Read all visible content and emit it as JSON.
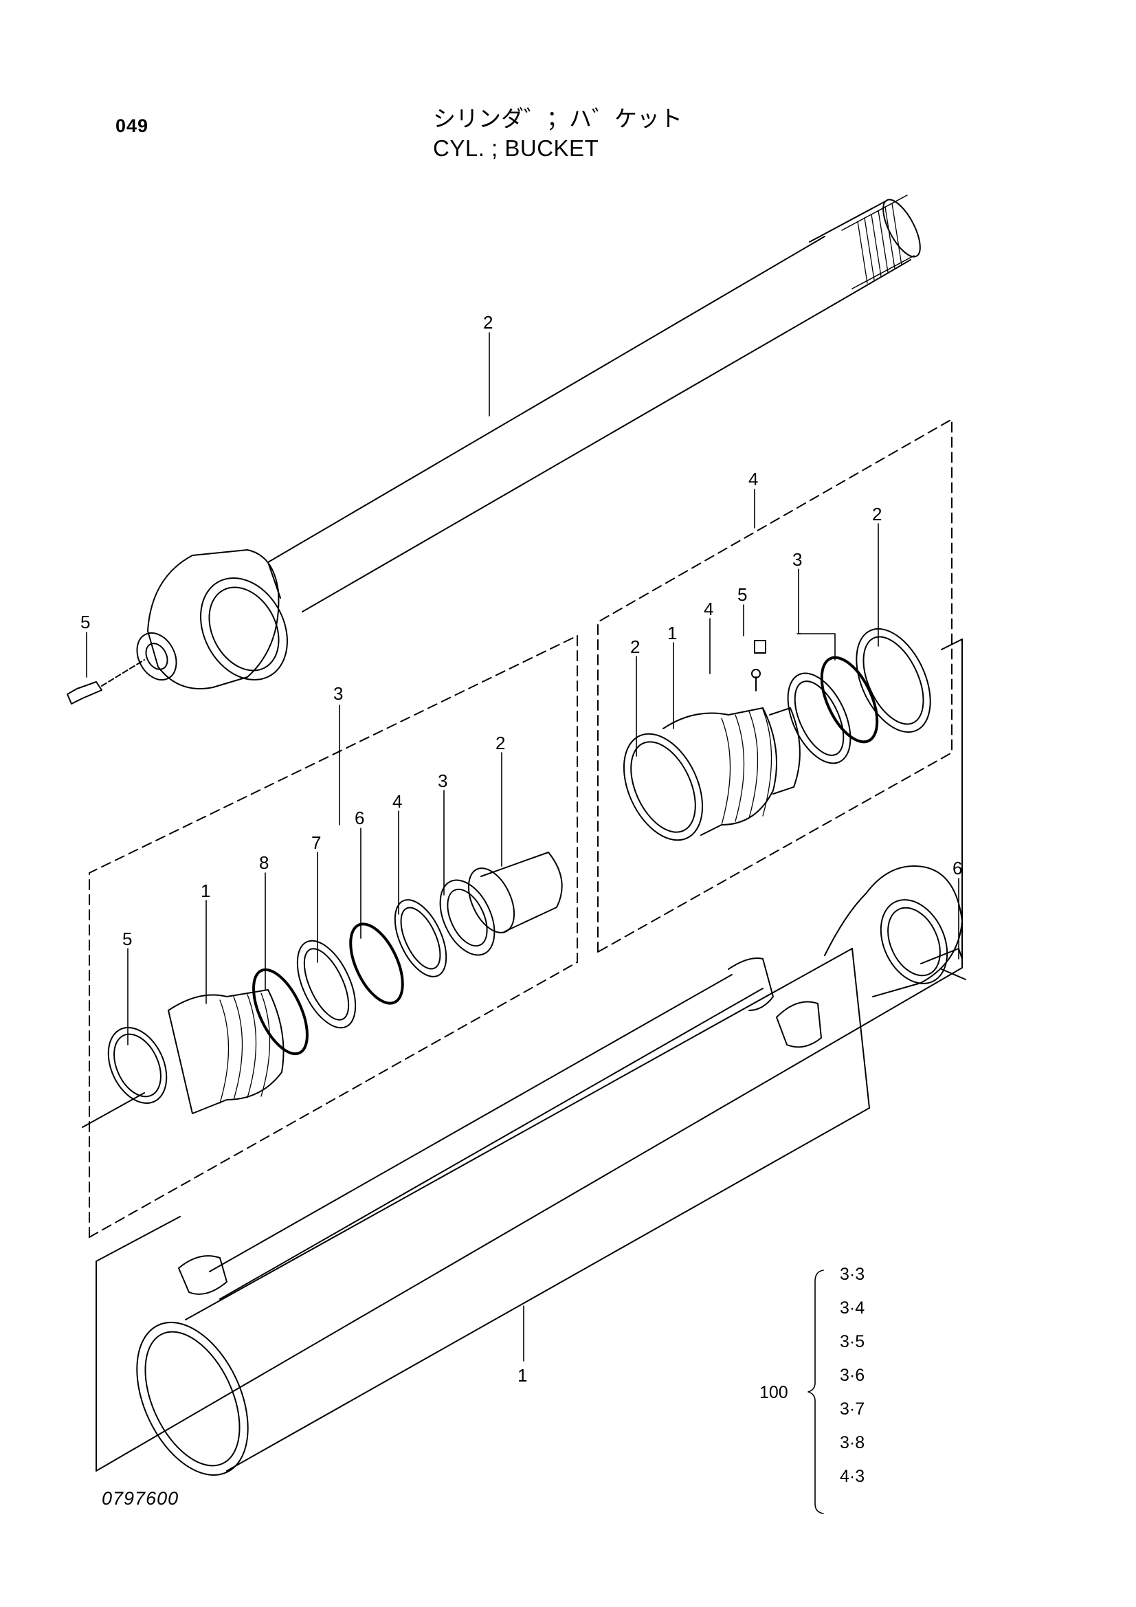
{
  "header": {
    "page_number": "049",
    "title_ja": "シリンダ゛；ハ゛ケット",
    "title_en": "CYL. ; BUCKET"
  },
  "footer": {
    "drawing_number": "0797600"
  },
  "callouts": {
    "rod": "2",
    "rod_grease_fitting": "5",
    "head_group": "3",
    "head_group_items": [
      "5",
      "1",
      "8",
      "7",
      "6",
      "4",
      "3",
      "2"
    ],
    "piston_group": "4",
    "piston_group_items": [
      "2",
      "1",
      "4",
      "5",
      "3",
      "2"
    ],
    "tube_grease_fitting": "6",
    "tube": "1"
  },
  "seal_kit": {
    "number": "100",
    "items": [
      "3·3",
      "3·4",
      "3·5",
      "3·6",
      "3·7",
      "3·8",
      "4·3"
    ]
  }
}
